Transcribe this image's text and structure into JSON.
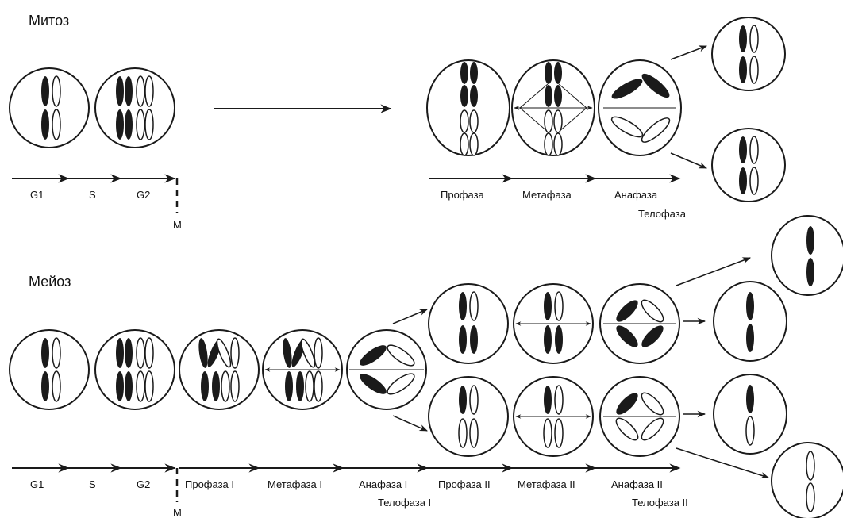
{
  "mitosis": {
    "title": "Митоз",
    "interphase_labels": [
      "G1",
      "S",
      "G2"
    ],
    "m_label": "M",
    "phase_labels": [
      "Профаза",
      "Метафаза",
      "Анафаза"
    ],
    "telophase_label": "Телофаза"
  },
  "meiosis": {
    "title": "Мейоз",
    "interphase_labels": [
      "G1",
      "S",
      "G2"
    ],
    "m_label": "M",
    "phase_labels": [
      "Профаза I",
      "Метафаза I",
      "Анафаза I",
      "Профаза II",
      "Метафаза II",
      "Анафаза II"
    ],
    "telophase_1_label": "Телофаза I",
    "telophase_2_label": "Телофаза II"
  },
  "colors": {
    "stroke": "#1a1a1a",
    "fill_dark": "#1a1a1a",
    "fill_light": "#ffffff"
  }
}
